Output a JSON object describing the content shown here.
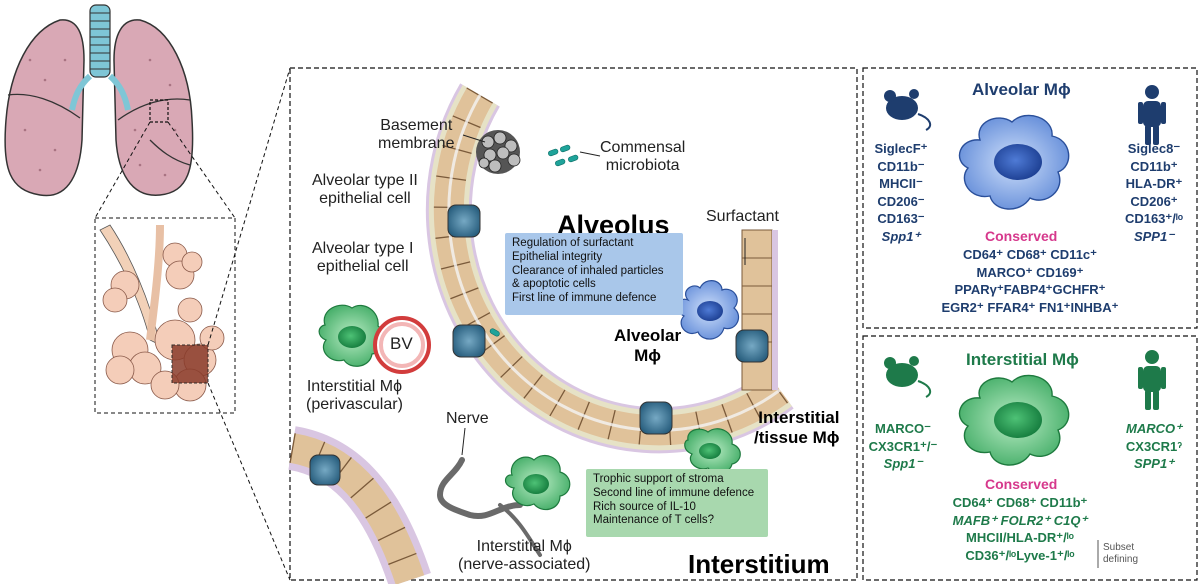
{
  "labels": {
    "basement_membrane": [
      "Basement",
      "membrane"
    ],
    "commensal_microbiota": [
      "Commensal",
      "microbiota"
    ],
    "alveolar_type2": [
      "Alveolar type II",
      "epithelial cell"
    ],
    "alveolar_type1": [
      "Alveolar type I",
      "epithelial cell"
    ],
    "alveolus": "Alveolus",
    "surfactant": "Surfactant",
    "bv": "BV",
    "interstitial_perivascular": [
      "Interstitial Mϕ",
      "(perivascular)"
    ],
    "nerve": "Nerve",
    "interstitial_nerve": [
      "Interstitial Mϕ",
      "(nerve-associated)"
    ],
    "alveolar_mac": [
      "Alveolar",
      "Mϕ"
    ],
    "interstitial_tissue_mac": [
      "Interstitial",
      "/tissue Mϕ"
    ],
    "interstitium": "Interstitium"
  },
  "alveolar_functions": [
    "Regulation of surfactant",
    "Epithelial integrity",
    "Clearance of inhaled particles",
    "& apoptotic cells",
    " First line of immune defence"
  ],
  "interstitial_functions": [
    "Trophic support of stroma",
    "Second line of immune defence",
    "Rich source of IL-10",
    "Maintenance of T cells?"
  ],
  "alveolar_panel": {
    "title": "Alveolar Mϕ",
    "mouse_markers": [
      "SiglecF⁺",
      "CD11b⁻",
      "MHCII⁻",
      "CD206⁻",
      "CD163⁻",
      "Spp1⁺"
    ],
    "human_markers": [
      "Siglec8⁻",
      "CD11b⁺",
      "HLA-DR⁺",
      "CD206⁺",
      "CD163⁺/ˡᵒ",
      "SPP1⁻"
    ],
    "conserved_title": "Conserved",
    "conserved": [
      "CD64⁺ CD68⁺ CD11c⁺",
      "MARCO⁺ CD169⁺",
      "PPARγ⁺FABP4⁺GCHFR⁺",
      "EGR2⁺ FFAR4⁺ FN1⁺INHBA⁺"
    ]
  },
  "interstitial_panel": {
    "title": "Interstitial Mϕ",
    "mouse_markers": [
      "MARCO⁻",
      "CX3CR1⁺/⁻",
      "Spp1⁻"
    ],
    "human_markers": [
      "MARCO⁺",
      "CX3CR1ˀ",
      "SPP1⁺"
    ],
    "conserved_title": "Conserved",
    "conserved": [
      "CD64⁺ CD68⁺ CD11b⁺",
      "MAFB⁺ FOLR2⁺ C1Q⁺",
      "MHCII/HLA-DR⁺/ˡᵒ",
      "CD36⁺/ˡᵒLyve-1⁺/ˡᵒ"
    ],
    "subset_note": [
      "Subset",
      "defining"
    ]
  },
  "colors": {
    "alveolar_blue": "#1e3d6e",
    "interstitial_green": "#1e7a4a",
    "conserved_pink": "#d6388c",
    "alveolar_function_box": "#a9c7ea",
    "interstitial_function_box": "#a8d8ae"
  },
  "icons": [
    "lungs-icon",
    "alveoli-cluster-icon",
    "mouse-icon",
    "human-icon",
    "macrophage-icon",
    "blood-vessel-icon",
    "nerve-icon",
    "microbiota-icon"
  ]
}
